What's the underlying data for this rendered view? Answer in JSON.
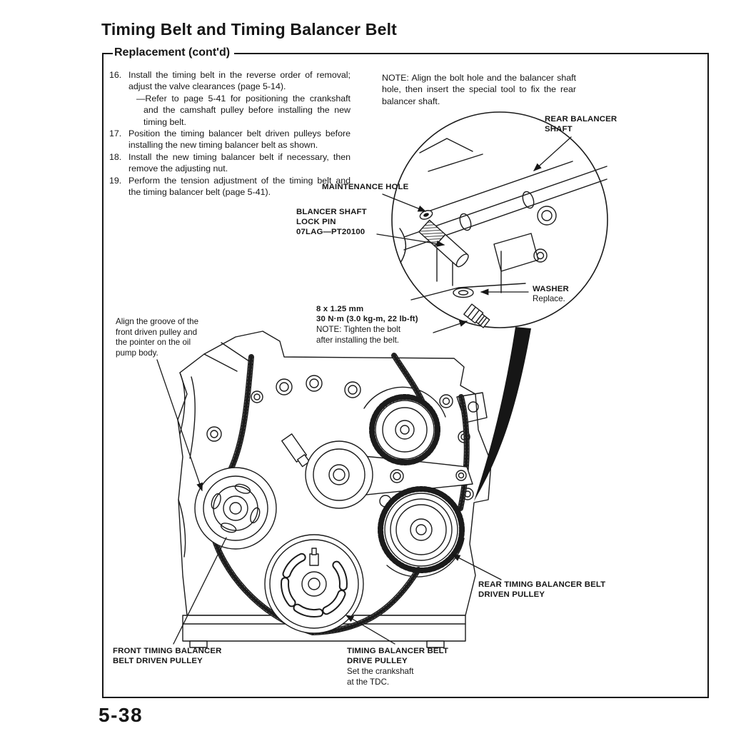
{
  "page": {
    "title": "Timing Belt and Timing Balancer Belt",
    "section_label": "Replacement (cont'd)",
    "page_number": "5-38"
  },
  "instructions": [
    {
      "number": "16.",
      "text": "Install the timing belt in the reverse order of removal; adjust the valve clearances (page 5-14).",
      "sub": "—Refer to page 5-41 for positioning the crankshaft and the camshaft pulley before installing the new timing belt."
    },
    {
      "number": "17.",
      "text": "Position the timing balancer belt driven pulleys before installing the new timing balancer belt as shown."
    },
    {
      "number": "18.",
      "text": "Install the new timing balancer belt if necessary, then remove the adjusting nut."
    },
    {
      "number": "19.",
      "text": "Perform the tension adjustment of the timing belt and the timing balancer belt (page 5-41)."
    }
  ],
  "note_right": "NOTE: Align the bolt hole and the balancer shaft hole, then insert the special tool to fix the rear balancer shaft.",
  "callouts": {
    "rear_balancer_shaft": "REAR BALANCER\nSHAFT",
    "maintenance_hole": "MAINTENANCE HOLE",
    "lock_pin": "BLANCER SHAFT\nLOCK PIN\n07LAG—PT20100",
    "washer": "WASHER",
    "washer_sub": "Replace.",
    "bolt_spec": "8 x 1.25 mm\n30 N·m (3.0 kg-m, 22 lb-ft)",
    "bolt_note": "NOTE: Tighten the bolt\nafter installing the belt.",
    "align_note": "Align the groove of the\nfront driven pulley and\nthe pointer on the oil\npump body.",
    "rear_driven_pulley": "REAR TIMING BALANCER BELT\nDRIVEN PULLEY",
    "front_driven_pulley": "FRONT TIMING BALANCER\nBELT DRIVEN PULLEY",
    "drive_pulley": "TIMING BALANCER BELT\nDRIVE PULLEY",
    "drive_pulley_sub": "Set the crankshaft\nat the TDC."
  },
  "colors": {
    "ink": "#161616",
    "paper": "#ffffff"
  }
}
